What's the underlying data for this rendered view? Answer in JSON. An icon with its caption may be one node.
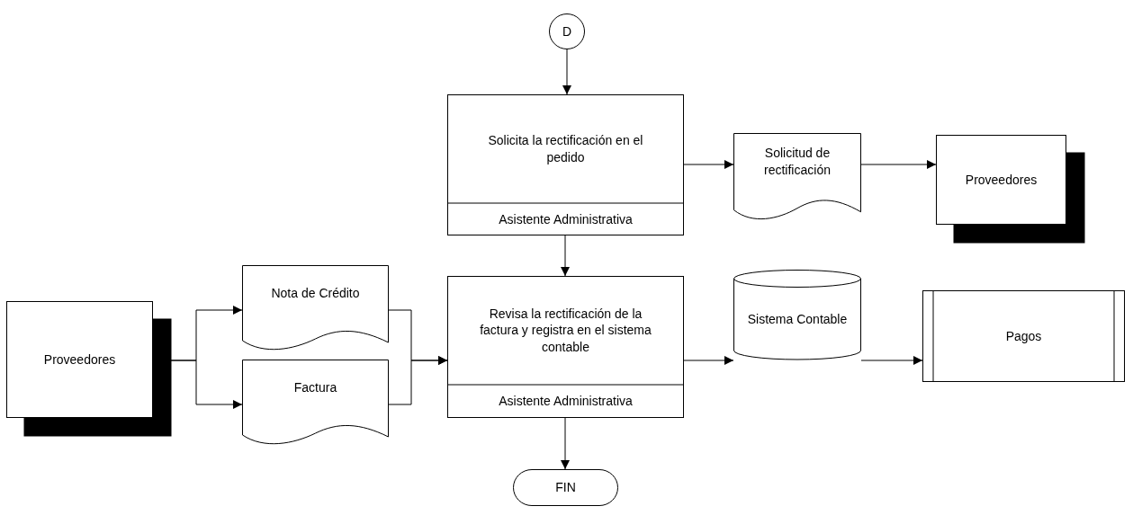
{
  "diagram": {
    "nodes": [
      {
        "text": [
          "D"
        ]
      },
      {
        "text": [
          "Solicita la rectificación en el pedido",
          "Asistente Administrativa"
        ]
      },
      {
        "text": [
          "Solicitud de rectificación"
        ]
      },
      {
        "text": [
          "Proveedores"
        ]
      },
      {
        "text": [
          "Proveedores"
        ]
      },
      {
        "text": [
          "Nota de Crédito"
        ]
      },
      {
        "text": [
          "Factura"
        ]
      },
      {
        "text": [
          "Revisa la rectificación de la factura y registra en el sistema contable",
          "Asistente Administrativa"
        ]
      },
      {
        "text": [
          "Sistema Contable"
        ]
      },
      {
        "text": [
          "Pagos"
        ]
      },
      {
        "text": [
          "FIN"
        ]
      }
    ],
    "edges": [
      {
        "from": 0,
        "to": 1,
        "arrow": "to"
      },
      {
        "from": 1,
        "to": 2,
        "arrow": "to"
      },
      {
        "from": 2,
        "to": 3,
        "arrow": "to"
      },
      {
        "from": 1,
        "to": 7,
        "arrow": "to"
      },
      {
        "from": 4,
        "to": 5,
        "arrow": "to"
      },
      {
        "from": 4,
        "to": 6,
        "arrow": "to"
      },
      {
        "from": 5,
        "to": 7,
        "arrow": "to"
      },
      {
        "from": 6,
        "to": 7,
        "arrow": "to"
      },
      {
        "from": 7,
        "to": 8,
        "arrow": "to"
      },
      {
        "from": 8,
        "to": 9,
        "arrow": "to"
      },
      {
        "from": 7,
        "to": 10,
        "arrow": "to"
      }
    ]
  }
}
